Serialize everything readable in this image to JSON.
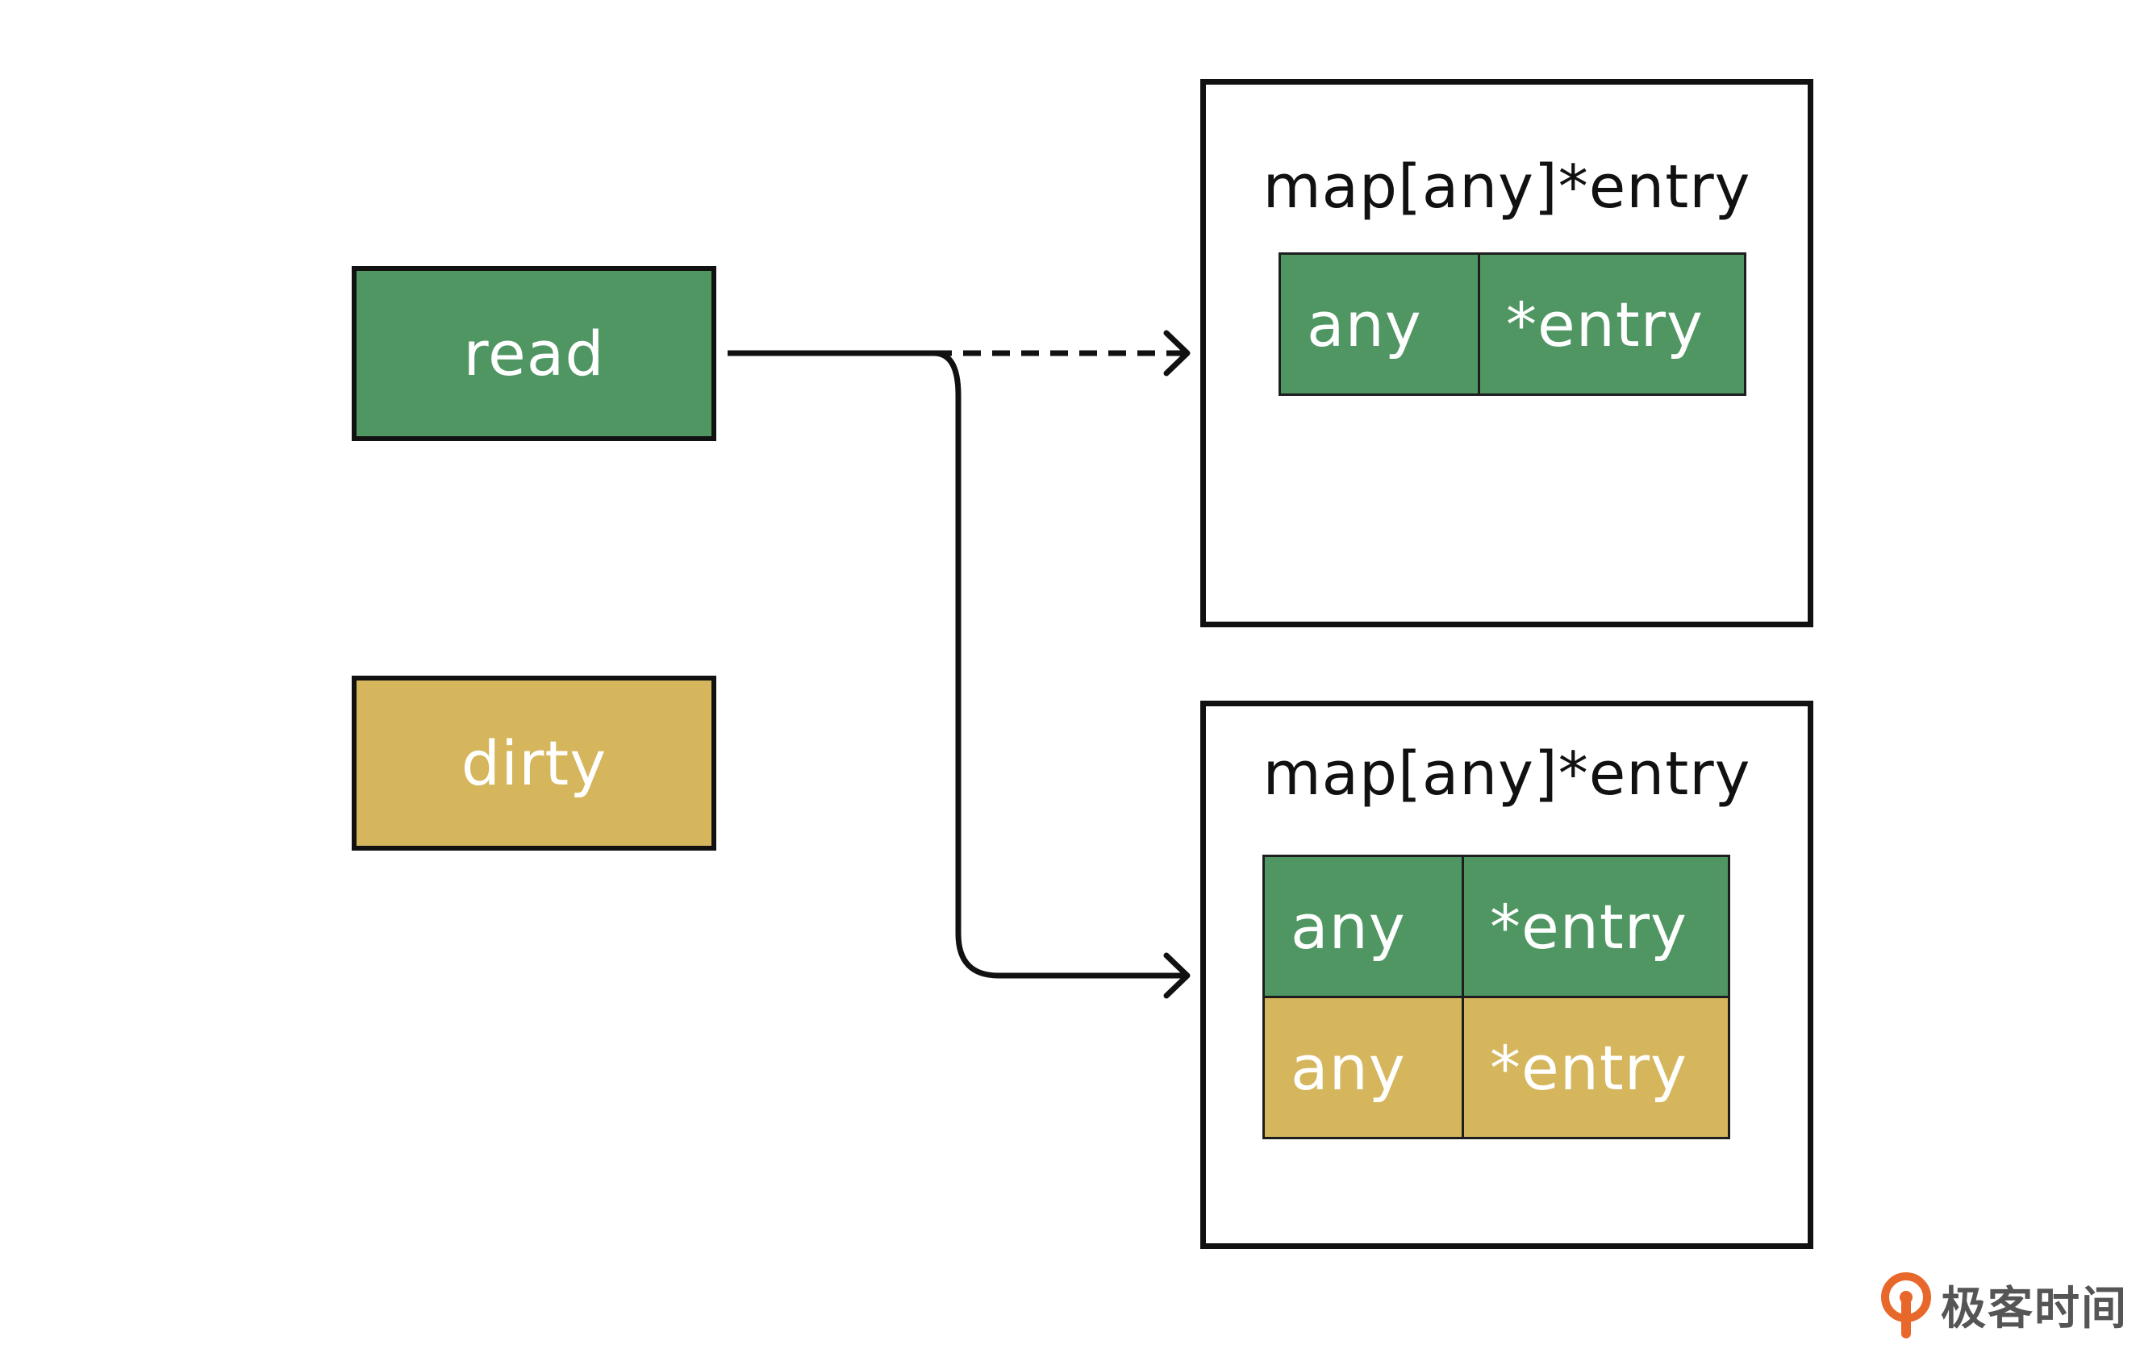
{
  "colors": {
    "green": "#4f9662",
    "yellow": "#d5b65d",
    "outline": "#111111",
    "brand": "#e8672a"
  },
  "fields": {
    "read": {
      "label": "read"
    },
    "dirty": {
      "label": "dirty"
    }
  },
  "maps": {
    "top": {
      "title": "map[any]*entry",
      "rows": [
        {
          "key": "any",
          "value": "*entry",
          "color": "green"
        }
      ]
    },
    "bottom": {
      "title": "map[any]*entry",
      "rows": [
        {
          "key": "any",
          "value": "*entry",
          "color": "green"
        },
        {
          "key": "any",
          "value": "*entry",
          "color": "yellow"
        }
      ]
    }
  },
  "edges": [
    {
      "from": "read",
      "to": "top-map",
      "style": "dashed"
    },
    {
      "from": "read",
      "to": "bottom-map",
      "style": "solid"
    }
  ],
  "watermark": {
    "text": "极客时间",
    "icon": "geektime-logo-icon"
  }
}
